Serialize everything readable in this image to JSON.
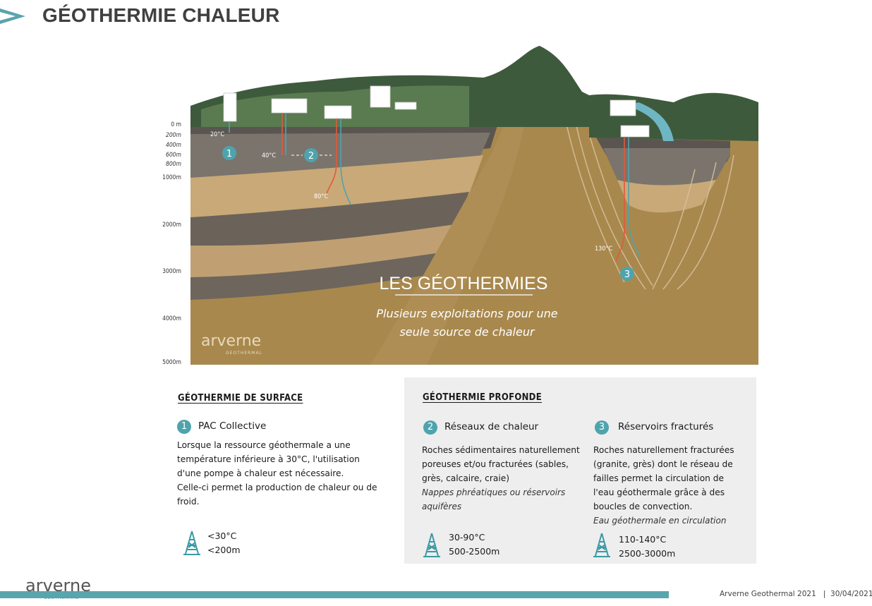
{
  "page": {
    "title": "GÉOTHERMIE CHALEUR",
    "colors": {
      "accent": "#5aa4ad",
      "title": "#404040",
      "panel_bg": "#eeeeee"
    }
  },
  "diagram": {
    "depth_labels": [
      "0 m",
      "200m",
      "400m",
      "600m",
      "800m",
      "1000m",
      "2000m",
      "3000m",
      "4000m",
      "5000m"
    ],
    "temps": {
      "t1": "20°C",
      "t2": "40°C",
      "t3": "80°C",
      "t4": "130°C"
    },
    "markers": [
      "1",
      "2",
      "3"
    ],
    "heading": "LES GÉOTHERMIES",
    "subheading_line1": "Plusieurs exploitations pour une",
    "subheading_line2": "seule source de chaleur",
    "logo_word": "arverne",
    "logo_sub": "GEOTHERMAL"
  },
  "surface": {
    "section_title": "GÉOTHERMIE DE SURFACE",
    "item_number": "1",
    "item_title": "PAC Collective",
    "description": [
      "Lorsque la ressource géothermale  a une",
      "température inférieure à 30°C, l'utilisation",
      "d'une pompe à chaleur est nécessaire.",
      "Celle-ci permet la production de chaleur ou de",
      "froid."
    ],
    "stat_temp": "<30°C",
    "stat_depth": "<200m"
  },
  "deep": {
    "section_title": "GÉOTHERMIE PROFONDE",
    "item2": {
      "number": "2",
      "title": "Réseaux de chaleur",
      "description": [
        "Roches sédimentaires naturellement",
        "poreuses et/ou fracturées (sables,",
        "grès, calcaire, craie)"
      ],
      "note": [
        "Nappes phréatiques ou réservoirs",
        "aquifères"
      ],
      "stat_temp": "30-90°C",
      "stat_depth": "500-2500m"
    },
    "item3": {
      "number": "3",
      "title": "Réservoirs fracturés",
      "description": [
        "Roches naturellement fracturées",
        "(granite, grès)  dont le réseau de",
        "failles permet la circulation de",
        "l'eau géothermale grâce à des",
        "boucles de convection."
      ],
      "note": [
        "Eau géothermale en circulation"
      ],
      "stat_temp": "110-140°C",
      "stat_depth": "2500-3000m"
    }
  },
  "footer": {
    "logo_word": "arverne",
    "logo_sub": "GEOTHERMAL",
    "text": "Arverne Geothermal 2021   |  30/04/2021"
  }
}
